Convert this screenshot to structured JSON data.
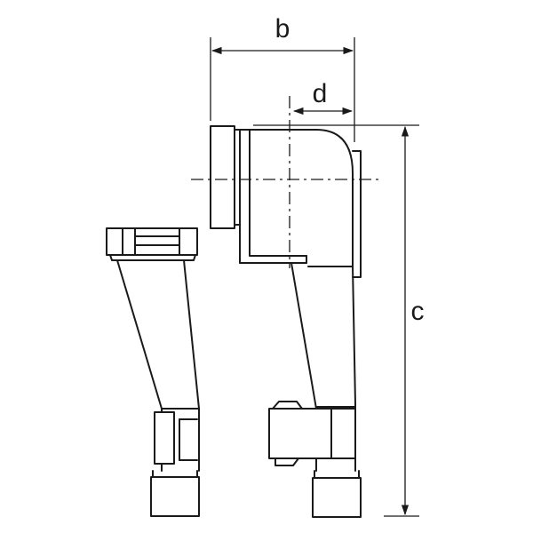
{
  "diagram": {
    "labels": {
      "b": "b",
      "d": "d",
      "c": "c"
    },
    "colors": {
      "line": "#1a1a1a",
      "background": "#ffffff"
    }
  }
}
